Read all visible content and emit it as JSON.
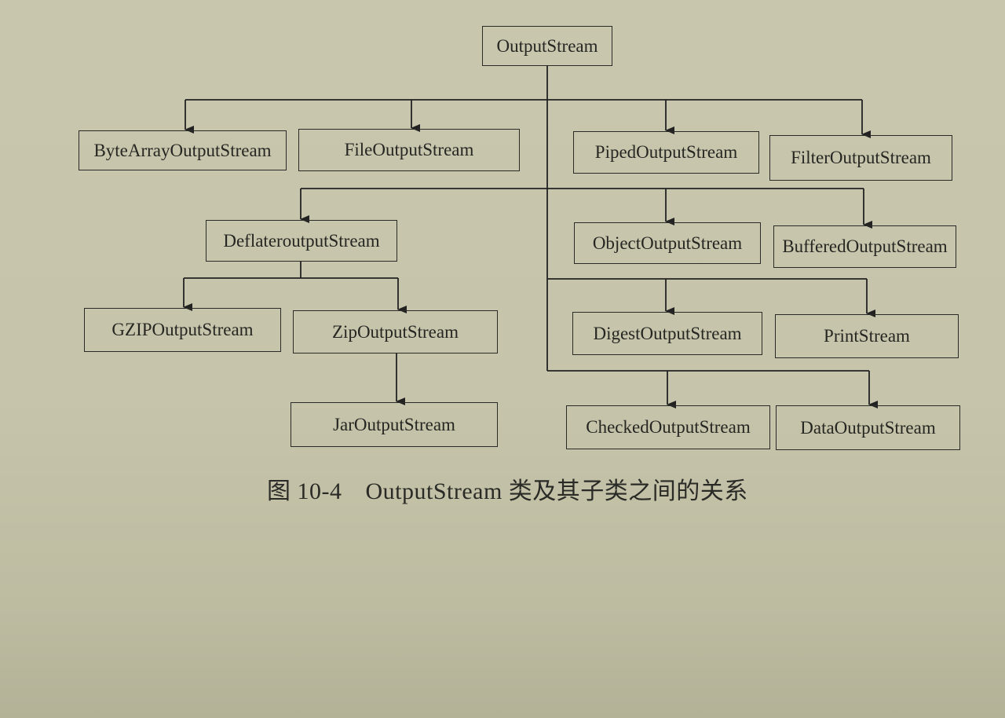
{
  "diagram": {
    "root": "OutputStream",
    "nodes": {
      "output_stream": "OutputStream",
      "byte_array": "ByteArrayOutputStream",
      "file": "FileOutputStream",
      "piped": "PipedOutputStream",
      "filter": "FilterOutputStream",
      "deflater": "DeflateroutputStream",
      "object": "ObjectOutputStream",
      "buffered": "BufferedOutputStream",
      "gzip": "GZIPOutputStream",
      "zip": "ZipOutputStream",
      "digest": "DigestOutputStream",
      "print": "PrintStream",
      "jar": "JarOutputStream",
      "checked": "CheckedOutputStream",
      "data": "DataOutputStream"
    },
    "edges": [
      [
        "OutputStream",
        "ByteArrayOutputStream"
      ],
      [
        "OutputStream",
        "FileOutputStream"
      ],
      [
        "OutputStream",
        "PipedOutputStream"
      ],
      [
        "OutputStream",
        "FilterOutputStream"
      ],
      [
        "OutputStream",
        "DeflateroutputStream"
      ],
      [
        "OutputStream",
        "ObjectOutputStream"
      ],
      [
        "OutputStream",
        "BufferedOutputStream"
      ],
      [
        "DeflateroutputStream",
        "GZIPOutputStream"
      ],
      [
        "DeflateroutputStream",
        "ZipOutputStream"
      ],
      [
        "OutputStream",
        "DigestOutputStream"
      ],
      [
        "OutputStream",
        "PrintStream"
      ],
      [
        "ZipOutputStream",
        "JarOutputStream"
      ],
      [
        "OutputStream",
        "CheckedOutputStream"
      ],
      [
        "OutputStream",
        "DataOutputStream"
      ]
    ]
  },
  "caption": {
    "figure_number": "图 10-4",
    "text": "OutputStream 类及其子类之间的关系"
  }
}
